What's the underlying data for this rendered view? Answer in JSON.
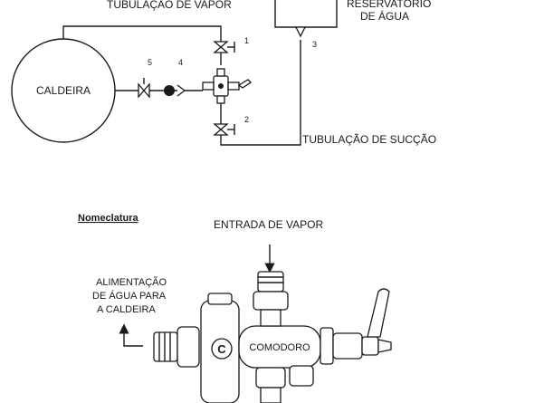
{
  "top_diagram": {
    "pipe_vapor": "TUBULAÇÃO DE VAPOR",
    "reservoir_line1": "RESERVATÓRIO",
    "reservoir_line2": "DE ÁGUA",
    "boiler": "CALDEIRA",
    "pipe_suction": "TUBULAÇÃO DE SUCÇÃO",
    "num1": "1",
    "num2": "2",
    "num3": "3",
    "num4": "4",
    "num5": "5"
  },
  "nomenclature": {
    "title": "Nomeclatura",
    "steam_inlet": "ENTRADA DE VAPOR",
    "feed_line1": "ALIMENTAÇÃO",
    "feed_line2": "DE ÁGUA PARA",
    "feed_line3": "A CALDEIRA",
    "brand": "COMODORO",
    "logo_letter": "C"
  }
}
